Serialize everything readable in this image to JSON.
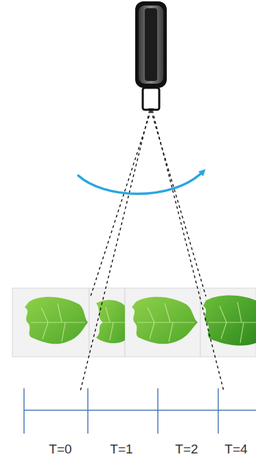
{
  "diagram": {
    "labels": [
      "T=0",
      "T=1",
      "T=2",
      "T=4"
    ]
  }
}
